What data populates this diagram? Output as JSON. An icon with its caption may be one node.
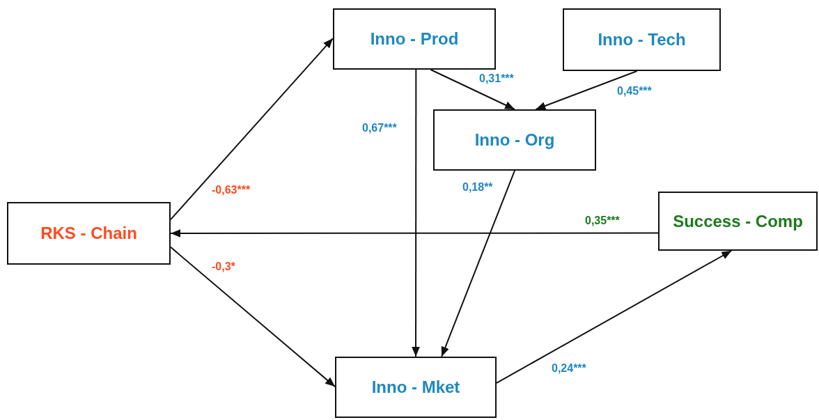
{
  "diagram": {
    "nodes": [
      {
        "text": [
          "Inno - Prod"
        ]
      },
      {
        "text": [
          "Inno - Tech"
        ]
      },
      {
        "text": [
          "Inno - Org"
        ]
      },
      {
        "text": [
          "RKS - Chain"
        ]
      },
      {
        "text": [
          "Success - Comp"
        ]
      },
      {
        "text": [
          "Inno - Mket"
        ]
      }
    ],
    "edges": [
      {
        "from": 3,
        "to": 0,
        "arrow": "to",
        "label": "-0,63***"
      },
      {
        "from": 3,
        "to": 5,
        "arrow": "to",
        "label": "-0,3*"
      },
      {
        "from": 0,
        "to": 2,
        "arrow": "to",
        "label": "0,31***"
      },
      {
        "from": 1,
        "to": 2,
        "arrow": "to",
        "label": "0,45***"
      },
      {
        "from": 0,
        "to": 5,
        "arrow": "to",
        "label": "0,67***"
      },
      {
        "from": 2,
        "to": 5,
        "arrow": "to",
        "label": "0,18**"
      },
      {
        "from": 4,
        "to": 3,
        "arrow": "to",
        "label": "0,35***"
      },
      {
        "from": 5,
        "to": 4,
        "arrow": "to",
        "label": "0,24***"
      }
    ]
  }
}
